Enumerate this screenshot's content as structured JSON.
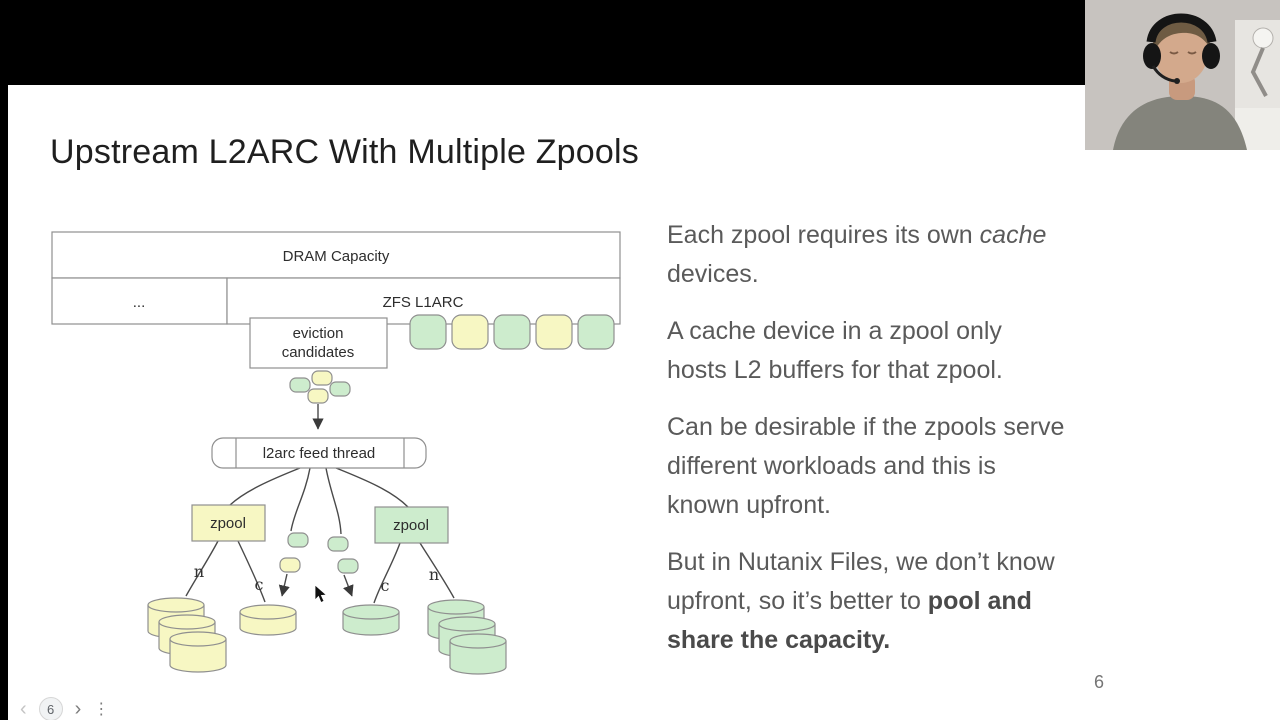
{
  "slide": {
    "title": "Upstream L2ARC With Multiple Zpools",
    "page_number": "6",
    "paragraphs": {
      "p1": {
        "pre": "Each zpool requires its own ",
        "italic": "cache",
        "post": " devices."
      },
      "p2": "A cache device in a zpool only hosts L2 buffers for that zpool.",
      "p3": "Can be desirable if the zpools serve different workloads and this is known upfront.",
      "p4": {
        "pre": "But in Nutanix Files, we don’t know upfront, so it’s better to ",
        "bold": "pool and share the capacity."
      }
    }
  },
  "diagram": {
    "dram_label": "DRAM Capacity",
    "ellipsis_label": "...",
    "l1arc_label": "ZFS L1ARC",
    "eviction_line1": "eviction",
    "eviction_line2": "candidates",
    "feed_label": "l2arc feed thread",
    "zpool_left_label": "zpool",
    "zpool_right_label": "zpool",
    "edge_labels": {
      "left_n": "n",
      "left_c": "c",
      "right_c": "c",
      "right_n": "n"
    },
    "colors": {
      "green": "#cdeccd",
      "yellow": "#f7f7c3",
      "border": "#8f8f8f"
    }
  },
  "nav": {
    "prev": "‹",
    "page": "6",
    "next": "›",
    "menu": "⋮"
  }
}
